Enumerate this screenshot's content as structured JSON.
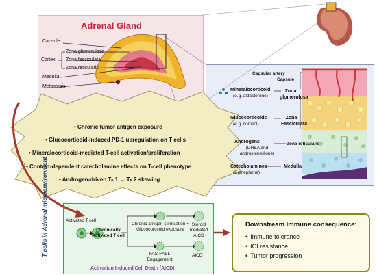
{
  "gland": {
    "title": "Adrenal Gland",
    "labels": {
      "capsule": "Capsule",
      "cortex": "Cortex",
      "zona_glomerulosa": "Zona glomerulosa",
      "zona_fasciculata": "Zona fasciculata",
      "zona_reticularis": "Zona reticularis",
      "medulla": "Medulla",
      "metastasis": "Metastasis"
    }
  },
  "layers": {
    "capsular_artery": "Capsular artery",
    "capsule": "Capsule",
    "rows": [
      {
        "hormone": "Mineralocorticoid",
        "example": "(e.g. aldosterone)",
        "zone": "Zona glomerulosa"
      },
      {
        "hormone": "Glucocorticoids",
        "example": "(e.g. cortisol)",
        "zone": "Zona Fasciculata"
      },
      {
        "hormone": "Androgens",
        "example": "(DHEA and androstenedione)",
        "zone": "Zona reticularis"
      },
      {
        "hormone": "Catecholamines",
        "example": "(Epinephrine)",
        "zone": "Medulla"
      }
    ],
    "colors": {
      "glomerulosa": "#f3a6b5",
      "fasciculata": "#f5d37a",
      "reticularis": "#d8ecd6",
      "medulla": "#bde0f0"
    }
  },
  "mechanisms": [
    "Chronic tumor antigen exposure",
    "Glucocorticoid-induced PD-1 upregulation on T cells",
    "Mineralocorticoid-mediated T-cell activation/proliferation",
    "Context-dependent catecholamine effects on T-cell phenotype",
    "Androgen-driven Tₕ 1 → Tₕ 2 skewing"
  ],
  "tcell": {
    "side_label": "T cells in Adrenal microenvironment",
    "activated": "Activated T cell",
    "chronically": "Chronically Activated T cell",
    "upper_path": "Chronic antigen stimulation + Glucocorticoid exposure",
    "lower_path": "FAS-FASL Engagement",
    "steroid_aicd": "Steroid mediated AICD",
    "aicd": "AICD",
    "footer": "Activation Induced Cell Death (AICD)"
  },
  "outcome": {
    "title": "Downstream Immune consequence:",
    "items": [
      "Immune tolerance",
      "ICI resistance",
      "Tumor progression"
    ]
  },
  "colors": {
    "title_red": "#c0233b",
    "green": "#4c9a56",
    "olive": "#8b8a1e",
    "arrow": "#a33b2a"
  }
}
